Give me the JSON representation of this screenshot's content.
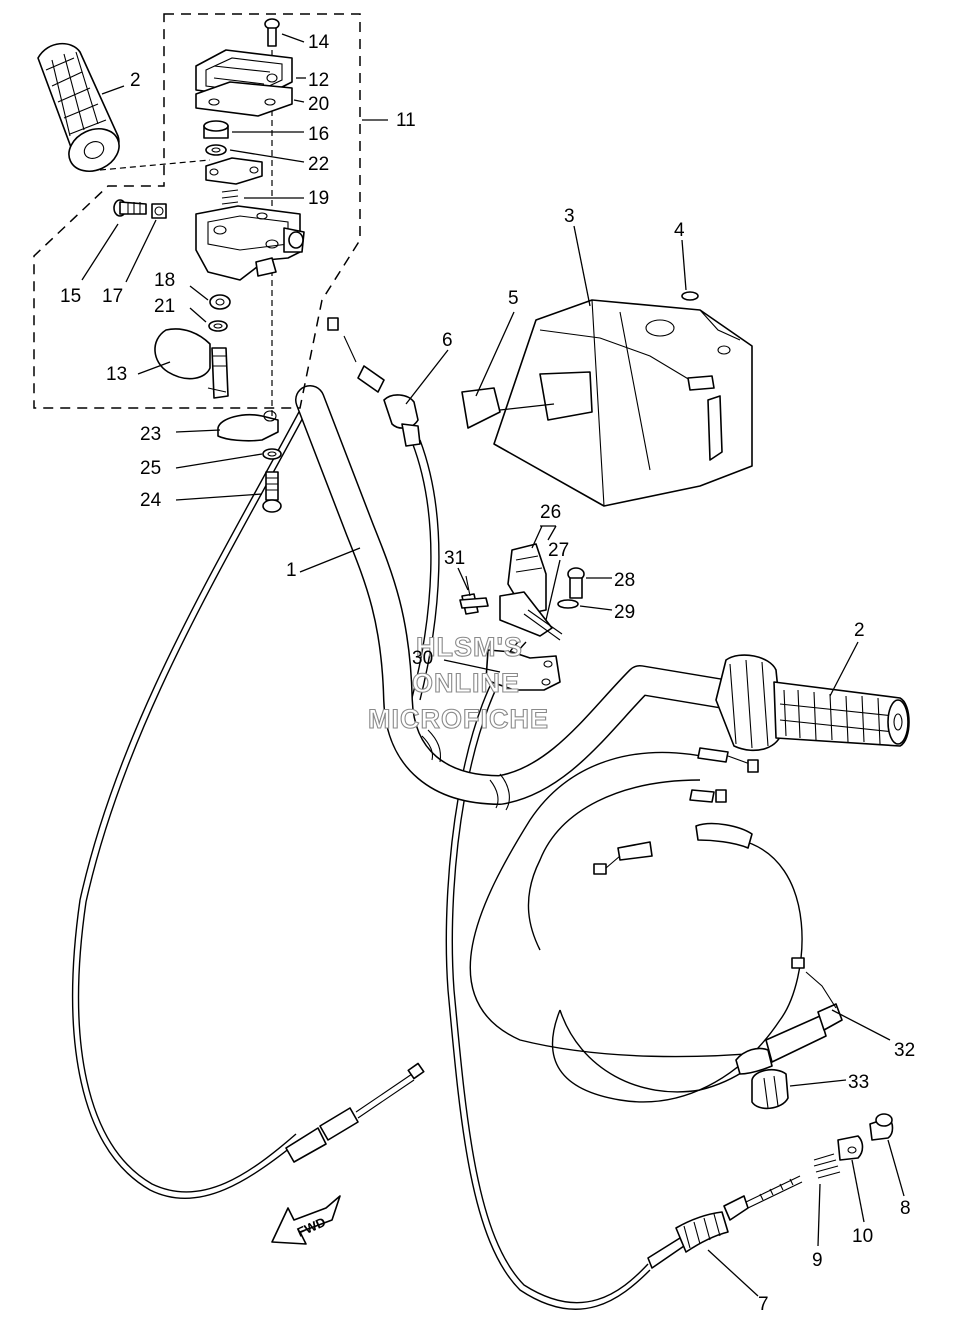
{
  "diagram": {
    "callouts": [
      "1",
      "2",
      "2",
      "3",
      "4",
      "5",
      "6",
      "7",
      "8",
      "9",
      "10",
      "11",
      "12",
      "13",
      "14",
      "15",
      "16",
      "17",
      "18",
      "19",
      "20",
      "21",
      "22",
      "23",
      "24",
      "25",
      "26",
      "27",
      "28",
      "29",
      "30",
      "31",
      "32",
      "33"
    ],
    "watermark": [
      "HLSM'S",
      "ONLINE",
      "MICROFICHE"
    ],
    "direction_arrow": "FWD"
  }
}
